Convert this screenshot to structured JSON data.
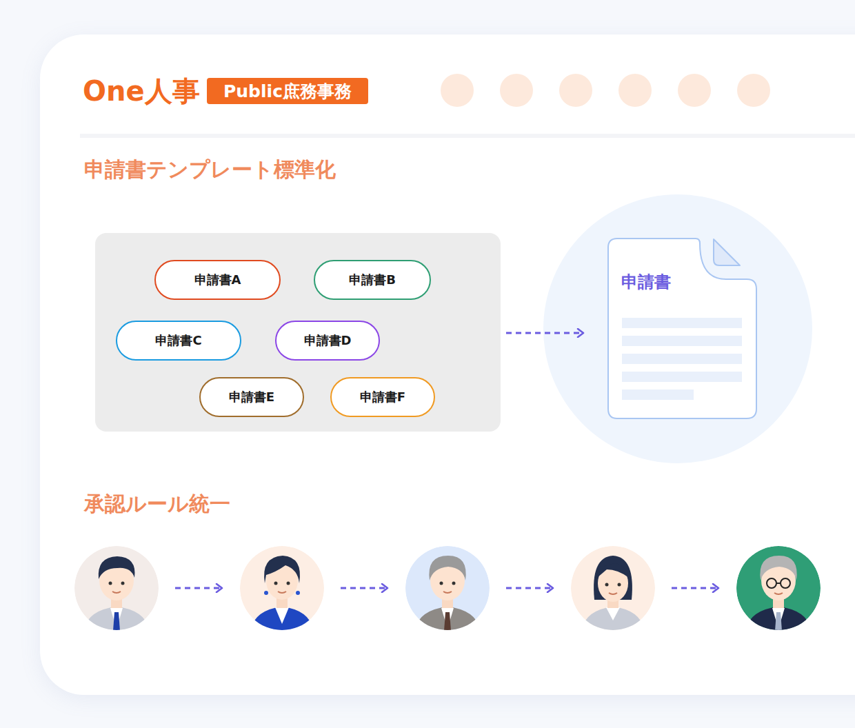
{
  "diagram": {
    "nodes": [
      {
        "text": [
          "Public庶務事務"
        ]
      },
      {
        "text": [
          "申請書A"
        ]
      },
      {
        "text": [
          "申請書B"
        ]
      },
      {
        "text": [
          "申請書C"
        ]
      },
      {
        "text": [
          "申請書D"
        ]
      },
      {
        "text": [
          "申請書E"
        ]
      },
      {
        "text": [
          "申請書F"
        ]
      },
      {
        "text": [
          "申請書"
        ]
      }
    ],
    "labels": [
      "One人事",
      "申請書テンプレート標準化",
      "承認ルール統一"
    ]
  }
}
